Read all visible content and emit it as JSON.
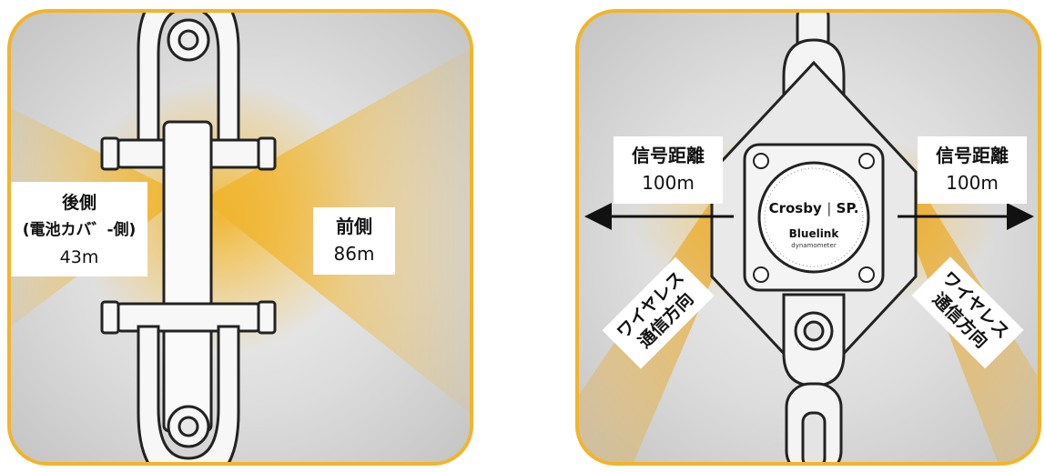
{
  "left_panel": {
    "rear_label": {
      "line1": "後側",
      "line2": "(電池カバ゛-側)",
      "distance": "43m"
    },
    "front_label": {
      "line1": "前側",
      "distance": "86m"
    }
  },
  "right_panel": {
    "signal_left": {
      "title": "信号距離",
      "distance": "100m"
    },
    "signal_right": {
      "title": "信号距離",
      "distance": "100m"
    },
    "wireless_left": {
      "line1": "ワイヤレス",
      "line2": "通信方向"
    },
    "wireless_right": {
      "line1": "ワイヤレス",
      "line2": "通信方向"
    },
    "dial": {
      "brand": "Crosby",
      "brand2": "SP.",
      "product": "Bluelink",
      "subtitle": "dynamometer"
    }
  },
  "colors": {
    "accent": "#f1b52b",
    "glow": "#f0b52f",
    "background": "#d9d9d9"
  },
  "icons": [
    "shackle-icon",
    "arrow-icon",
    "dynamometer-icon"
  ]
}
